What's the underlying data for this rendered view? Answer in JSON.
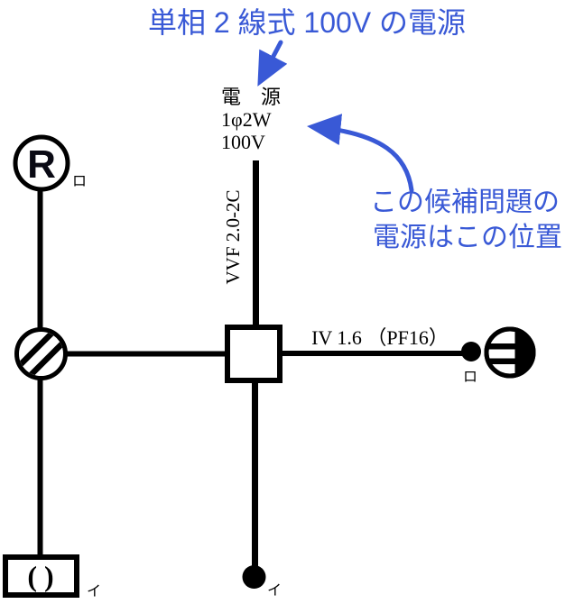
{
  "heading": "単相 2 線式 100V の電源",
  "annotation": {
    "line1": "この候補問題の",
    "line2": "電源はこの位置"
  },
  "source": {
    "name": "電　源",
    "spec": "1φ2W",
    "voltage": "100V"
  },
  "wiring": {
    "feed_cable": "VVF 2.0-2C",
    "branch_cable": "IV 1.6 （PF16）"
  },
  "devices": {
    "lamp_receptacle": {
      "letter": "R",
      "label": "ロ"
    },
    "ceiling_rose": {
      "glyph": "( )",
      "label": "イ"
    },
    "switch_bottom": {
      "label": "イ"
    },
    "switch_right": {
      "label": "ロ"
    }
  },
  "colors": {
    "annotation_blue": "#3959d6",
    "diagram_black": "#000000"
  }
}
